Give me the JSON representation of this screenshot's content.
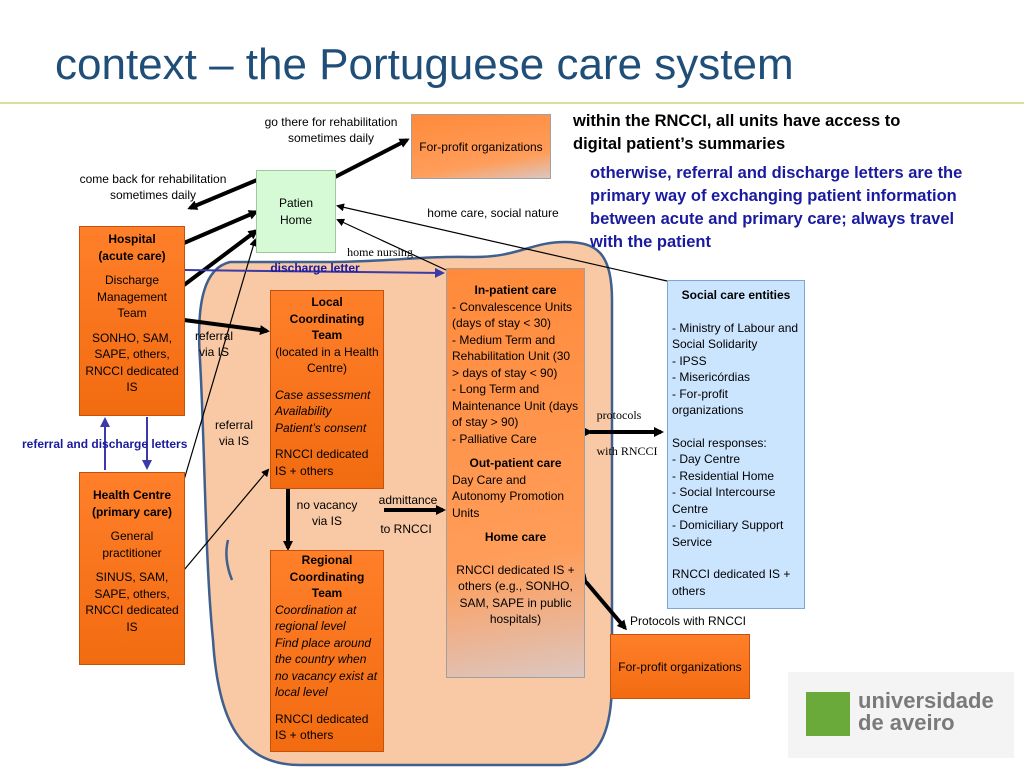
{
  "slide": {
    "title": "context – the Portuguese care system"
  },
  "labels": {
    "go_there": "go there for rehabilitation sometimes daily",
    "come_back": "come back for rehabilitation sometimes daily",
    "home_care_social": "home care, social nature",
    "home_nursing": "home nursing",
    "discharge_letter": "discharge letter",
    "referral_via_is_1": "referral via IS",
    "referral_via_is_2": "referral via IS",
    "referral_and_discharge": "referral and discharge letters",
    "no_vacancy": "no vacancy via IS",
    "admittance": "admittance",
    "to_rnccci": "to RNCCI",
    "protocols": "protocols",
    "with_rnccci": "with RNCCI",
    "protocols_with_rnccci": "Protocols with RNCCI"
  },
  "boxes": {
    "forprofit_top": "For-profit organizations",
    "forprofit_bottom": "For-profit organizations",
    "patient_home": "Patien Home",
    "hospital": {
      "title1": "Hospital",
      "title2": "(acute care)",
      "line1": "Discharge Management Team",
      "line2": "SONHO, SAM, SAPE, others, RNCCI dedicated IS"
    },
    "health_centre": {
      "title1": "Health Centre",
      "title2": "(primary care)",
      "line1": "General practitioner",
      "line2": "SINUS, SAM, SAPE, others, RNCCI dedicated IS"
    },
    "local_team": {
      "title": "Local Coordinating Team",
      "sub": "(located in a Health Centre)",
      "italics": [
        "Case assessment",
        "Availability",
        "Patient’s consent"
      ],
      "footer": "RNCCI dedicated IS + others"
    },
    "regional_team": {
      "title": "Regional Coordinating Team",
      "italics": [
        "Coordination at regional level",
        "Find place around the country when no vacancy exist at local level"
      ],
      "footer": "RNCCI dedicated IS + others"
    },
    "inpatient": {
      "title": "In-patient care",
      "items": [
        "- Convalescence Units (days of stay < 30)",
        "- Medium Term and Rehabilitation Unit (30 > days of stay < 90)",
        "- Long Term and Maintenance Unit (days of stay > 90)",
        "- Palliative Care"
      ],
      "outpatient_title": "Out-patient care",
      "outpatient_text": "Day Care and Autonomy Promotion Units",
      "homecare_title": "Home care",
      "footer": "RNCCI dedicated IS + others (e.g., SONHO, SAM, SAPE in public hospitals)"
    },
    "social": {
      "title": "Social care entities",
      "items": [
        "- Ministry of Labour and Social Solidarity",
        "- IPSS",
        "- Misericórdias",
        "- For-profit organizations"
      ],
      "responses_title": "Social responses:",
      "responses": [
        "- Day Centre",
        "- Residential Home",
        "- Social Intercourse Centre",
        "- Domiciliary Support Service"
      ],
      "footer": "RNCCI dedicated IS + others"
    }
  },
  "notes": {
    "note1": "within the RNCCI, all units have access to digital patient’s summaries",
    "note2": "otherwise, referral and discharge letters are the primary way of exchanging patient information between acute and primary care; always travel with the patient"
  },
  "logo": {
    "line1": "universidade",
    "line2": "de aveiro"
  },
  "colors": {
    "title": "#1f4e79",
    "note2": "#1a1aa0",
    "orange": "#f26b10",
    "blue_box": "#cce5ff",
    "green_box": "#d7fad6",
    "region": "#f8c9a4"
  }
}
